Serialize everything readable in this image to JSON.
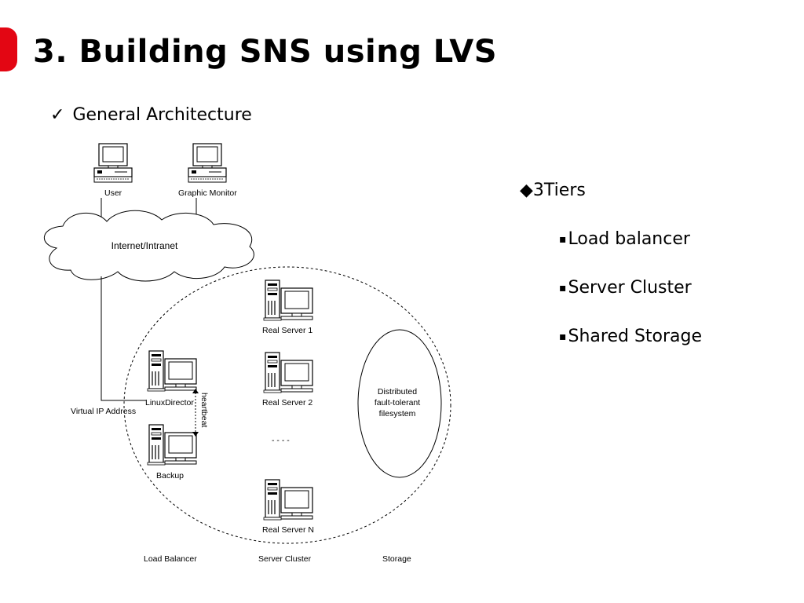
{
  "slide": {
    "title": "3. Building SNS using LVS",
    "subtitle_check": "✓",
    "subtitle": "General Architecture"
  },
  "tiers": {
    "heading_bullet": "◆",
    "heading": "3Tiers",
    "item_bullet": "▪",
    "items": [
      "Load balancer",
      "Server Cluster",
      "Shared Storage"
    ]
  },
  "diagram": {
    "user_label": "User",
    "monitor_label": "Graphic Monitor",
    "cloud_label": "Internet/Intranet",
    "vip_label": "Virtual IP Address",
    "director_label": "LinuxDirector",
    "backup_label": "Backup",
    "heartbeat_label": "heartbeat",
    "server1_label": "Real Server 1",
    "server2_label": "Real Server 2",
    "serverN_label": "Real Server N",
    "ellipsis": "- - - -",
    "storage_lines": [
      "Distributed",
      "fault-tolerant",
      "filesystem"
    ],
    "tier_labels": [
      "Load Balancer",
      "Server Cluster",
      "Storage"
    ]
  },
  "colors": {
    "accent": "#e30613"
  }
}
